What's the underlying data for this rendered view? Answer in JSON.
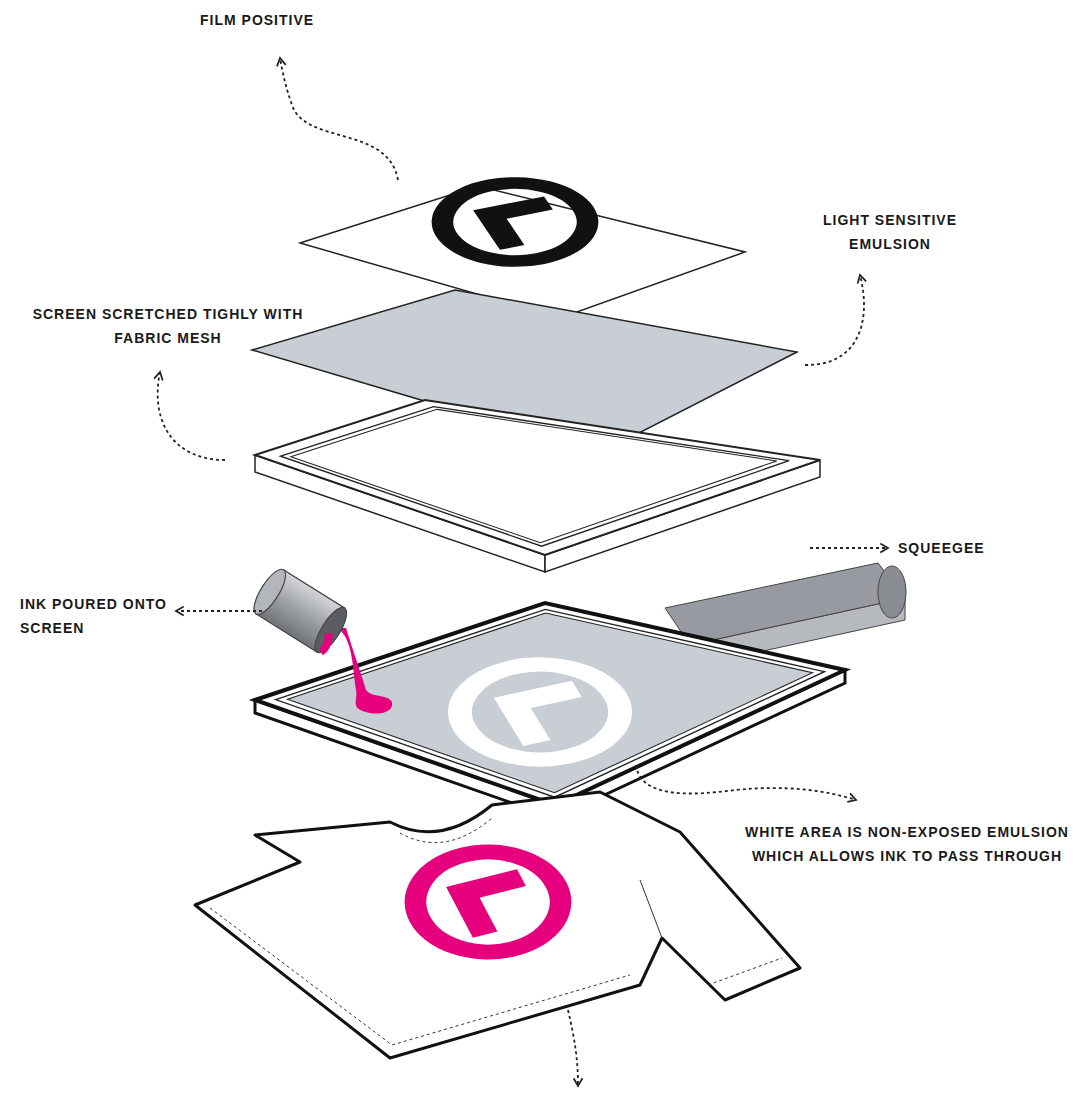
{
  "diagram": {
    "labels": [
      "FILM POSITIVE",
      "LIGHT SENSITIVE EMULSION",
      "SCREEN SCRETCHED TIGHLY WITH FABRIC MESH",
      "SQUEEGEE",
      "INK POURED ONTO SCREEN",
      "WHITE AREA IS NON-EXPOSED EMULSION WHICH ALLOWS INK TO PASS THROUGH"
    ]
  }
}
